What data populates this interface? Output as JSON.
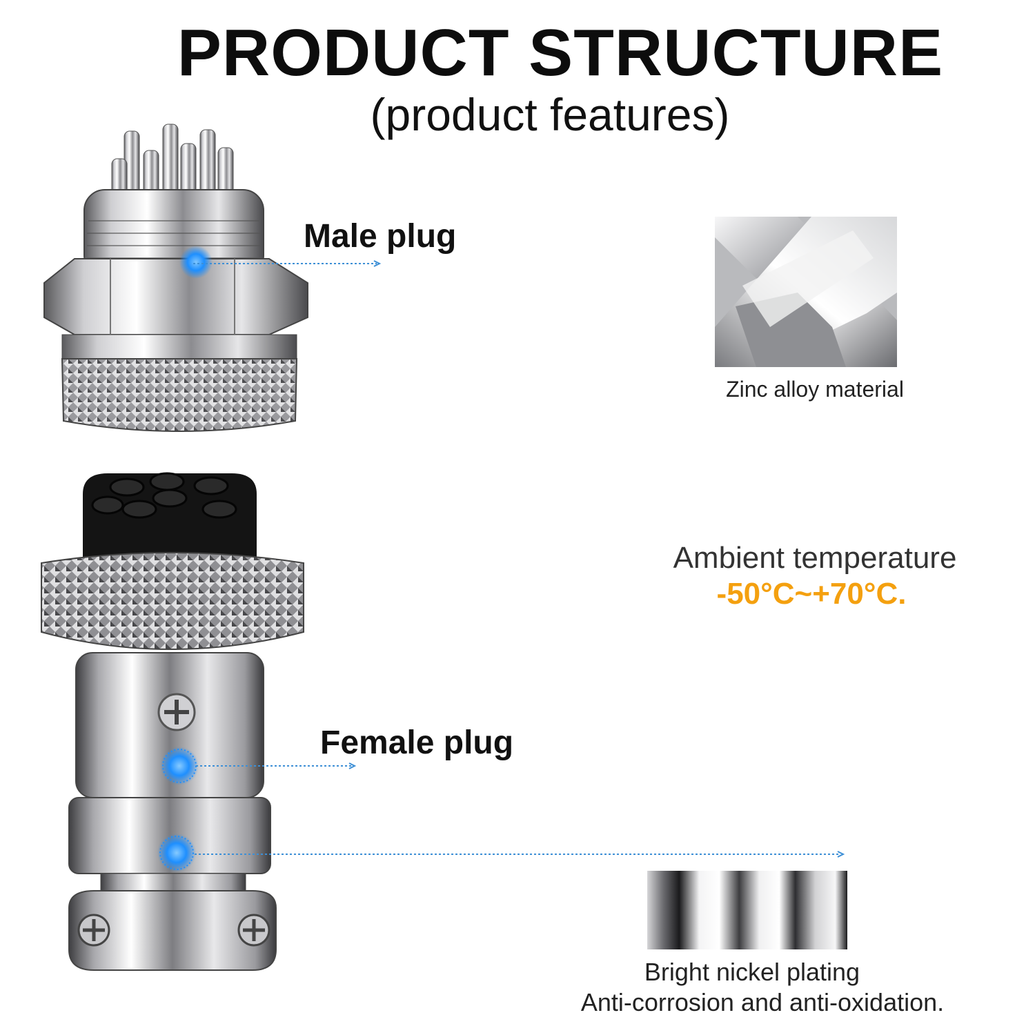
{
  "header": {
    "title": "PRODUCT STRUCTURE",
    "subtitle": "(product features)"
  },
  "callouts": {
    "male_plug": "Male plug",
    "female_plug": "Female plug"
  },
  "features": {
    "zinc_caption": "Zinc alloy material",
    "ambient_label": "Ambient temperature",
    "ambient_value": "-50°C~+70°C.",
    "nickel_caption_line1": "Bright nickel plating",
    "nickel_caption_line2": "Anti-corrosion and anti-oxidation."
  },
  "colors": {
    "accent_orange": "#f4a00f",
    "marker_blue": "#1e8fff",
    "metal_light": "#e9e9ea",
    "metal_dark": "#3a3a3c",
    "insulator_black": "#141414"
  }
}
